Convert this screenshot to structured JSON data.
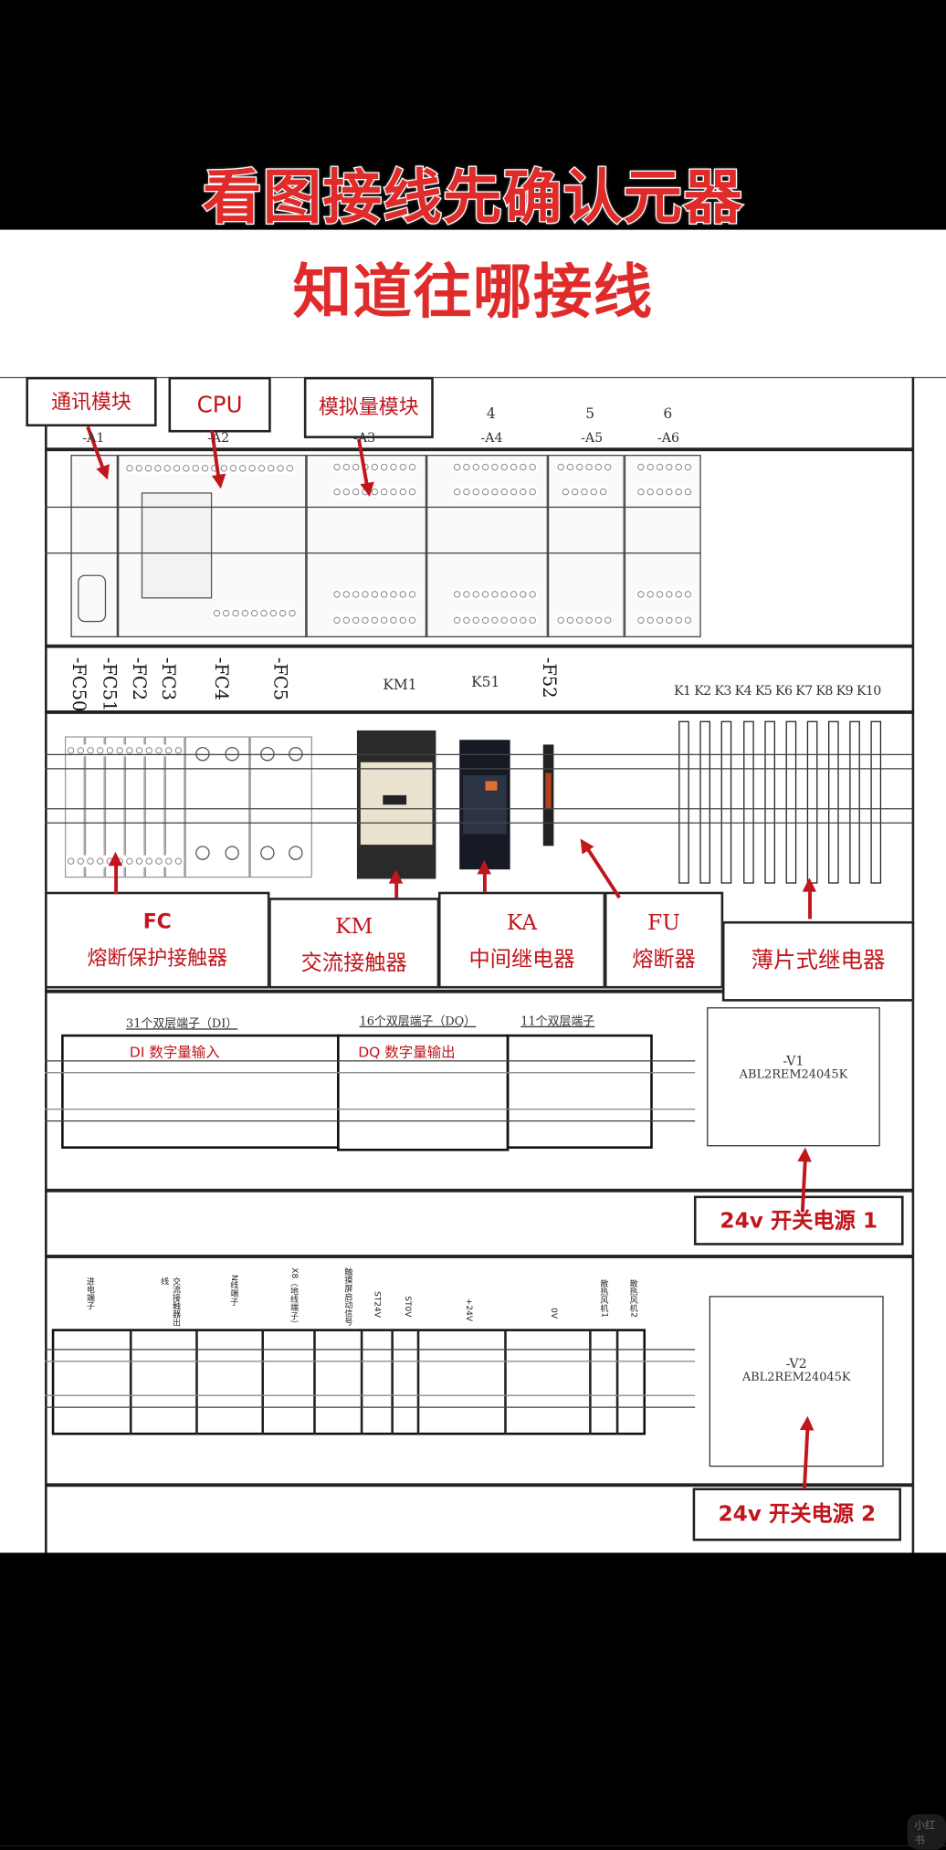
{
  "title": {
    "line1": "看图接线先确认元器",
    "line2": "知道往哪接线"
  },
  "plc": {
    "callouts": [
      {
        "label": "通讯模块"
      },
      {
        "label": "CPU"
      },
      {
        "label": "模拟量模块"
      }
    ],
    "slot_numbers": [
      "4",
      "5",
      "6"
    ],
    "module_ids": [
      "-A1",
      "-A2",
      "-A3",
      "-A4",
      "-A5",
      "-A6"
    ]
  },
  "devices": {
    "breaker_ids": [
      "-FC50",
      "-FC51",
      "-FC2",
      "-FC3",
      "-FC4",
      "-FC5"
    ],
    "contactor_id": "KM1",
    "relay_id": "K51",
    "fuse_id": "-F52",
    "thin_relays": "K1 K2 K3 K4 K5 K6 K7 K8 K9 K10",
    "labels": [
      {
        "code": "FC",
        "name": "熔断保护接触器"
      },
      {
        "code": "KM",
        "name": "交流接触器"
      },
      {
        "code": "KA",
        "name": "中间继电器"
      },
      {
        "code": "FU",
        "name": "熔断器"
      },
      {
        "code": "",
        "name": "薄片式继电器"
      }
    ]
  },
  "terminals1": {
    "headers": [
      "31个双层端子（DI）",
      "16个双层端子（DQ）",
      "11个双层端子"
    ],
    "cells": [
      "DI 数字量输入",
      "DQ 数字量输出",
      ""
    ],
    "psu": {
      "id": "-V1",
      "model": "ABL2REM24045K"
    },
    "callout": "24v 开关电源 1"
  },
  "terminals2": {
    "headers": [
      "进电端子",
      "交流接触器出线",
      "N线端子",
      "X8（地线端子）",
      "触摸屏启动信号",
      "ST24V",
      "ST0V",
      "+24V",
      "0V",
      "散热风机1",
      "散热风机2"
    ],
    "psu": {
      "id": "-V2",
      "model": "ABL2REM24045K"
    },
    "callout": "24v 开关电源 2"
  },
  "watermark": "小红书",
  "colors": {
    "accent": "#c0161c",
    "title": "#e02b2b",
    "background_bars": "#000000"
  }
}
